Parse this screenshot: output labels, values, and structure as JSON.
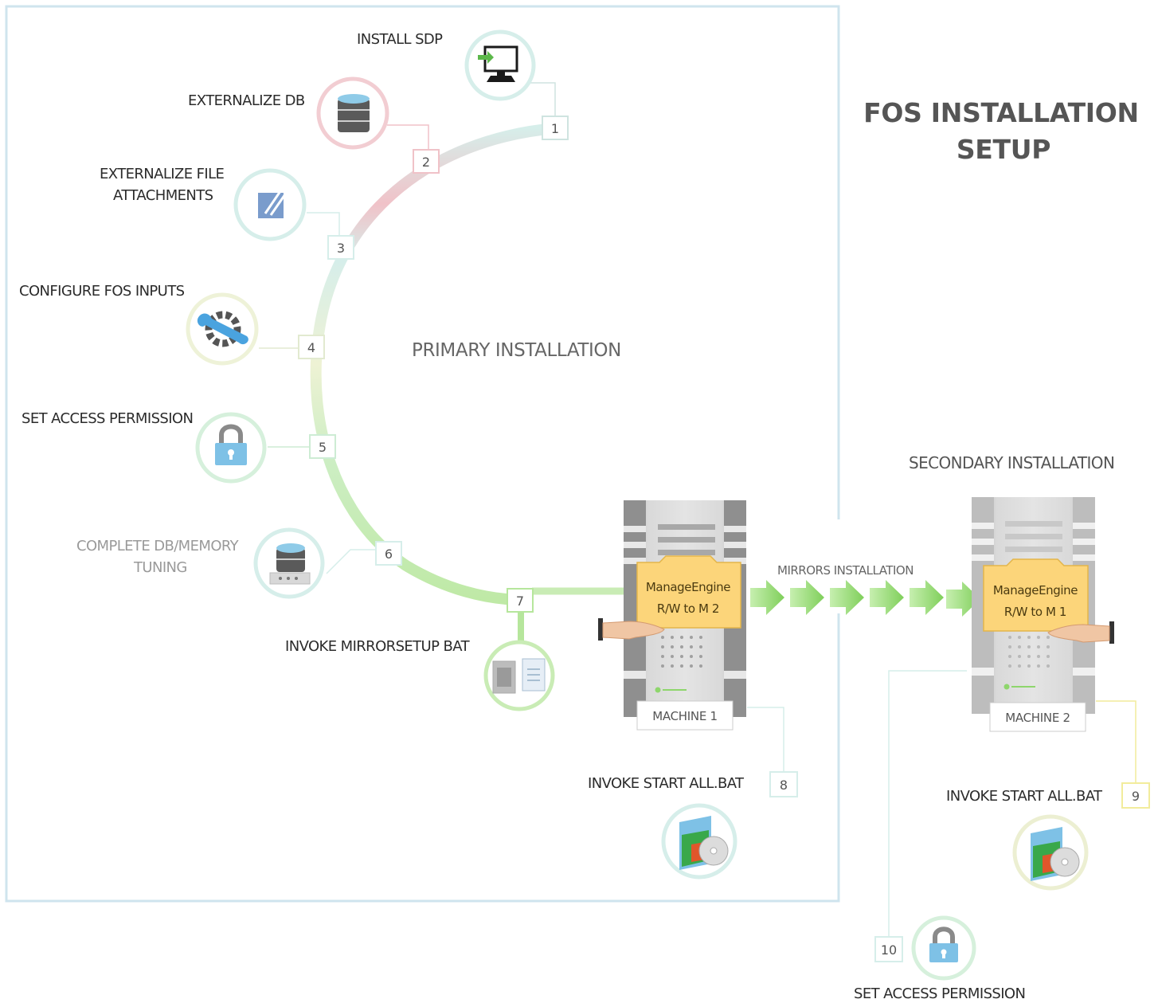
{
  "title": {
    "line1": "FOS INSTALLATION",
    "line2": "SETUP"
  },
  "regions": {
    "primary": "PRIMARY INSTALLATION",
    "secondary": "SECONDARY INSTALLATION",
    "mirrors": "MIRRORS INSTALLATION"
  },
  "steps": [
    {
      "number": "1",
      "label": "INSTALL SDP",
      "icon": "computer-install-icon",
      "color": "#d6eeea"
    },
    {
      "number": "2",
      "label": "EXTERNALIZE DB",
      "icon": "database-icon",
      "color": "#f2c6cc"
    },
    {
      "number": "3",
      "label_lines": [
        "EXTERNALIZE FILE",
        "ATTACHMENTS"
      ],
      "icon": "file-attachment-icon",
      "color": "#d6eeea"
    },
    {
      "number": "4",
      "label": "CONFIGURE FOS INPUTS",
      "icon": "settings-gear-wrench-icon",
      "color": "#eef2d8"
    },
    {
      "number": "5",
      "label": "SET ACCESS PERMISSION",
      "icon": "lock-icon",
      "color": "#d6f0dc"
    },
    {
      "number": "6",
      "label_lines": [
        "COMPLETE DB/MEMORY",
        "TUNING"
      ],
      "icon": "database-server-icon",
      "color": "#d6eeea"
    },
    {
      "number": "7",
      "label": "INVOKE MIRRORSETUP BAT",
      "icon": "documents-icon",
      "color": "#c9ecb5"
    },
    {
      "number": "8",
      "label": "INVOKE START ALL.BAT",
      "icon": "software-box-icon",
      "color": "#d6eeea"
    },
    {
      "number": "9",
      "label": "INVOKE START ALL.BAT",
      "icon": "software-box-icon",
      "color": "#ecefd2"
    },
    {
      "number": "10",
      "label": "SET ACCESS PERMISSION",
      "icon": "lock-icon",
      "color": "#d6f0dc"
    }
  ],
  "machines": [
    {
      "name": "MACHINE 1",
      "folder_line1": "ManageEngine",
      "folder_line2": "R/W to M 2"
    },
    {
      "name": "MACHINE 2",
      "folder_line1": "ManageEngine",
      "folder_line2": "R/W to M 1"
    }
  ],
  "colors": {
    "frame": "#cfe4ee",
    "arc_teal": "#d6eeea",
    "arc_pink": "#f0c2c8",
    "arc_yellow": "#eef2d4",
    "arc_green": "#c9ecb5",
    "arrow_green": "#8ed66c",
    "folder": "#fcd57a",
    "server": "#bdbdbd"
  }
}
